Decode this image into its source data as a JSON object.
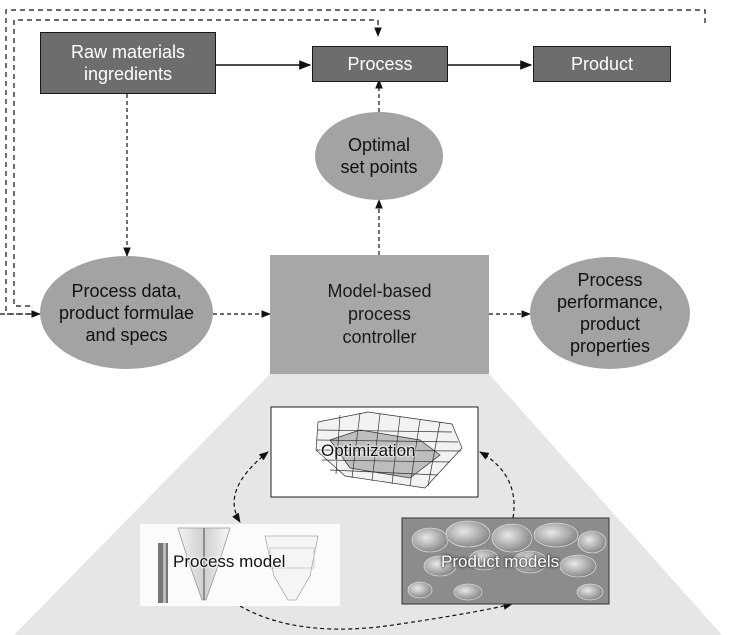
{
  "nodes": {
    "raw_materials": "Raw materials ingredients",
    "process": "Process",
    "product": "Product",
    "set_points": "Optimal set points",
    "process_data": "Process data, product formulae and specs",
    "controller": "Model-based process controller",
    "performance": "Process performance, product properties"
  },
  "models": {
    "optimization": "Optimization",
    "process_model": "Process model",
    "product_models": "Product models"
  },
  "colors": {
    "dark_box": "#6d6d6d",
    "controller_box": "#a7a7a7",
    "ellipse": "#a3a3a3",
    "fan": "#e6e6e6"
  }
}
